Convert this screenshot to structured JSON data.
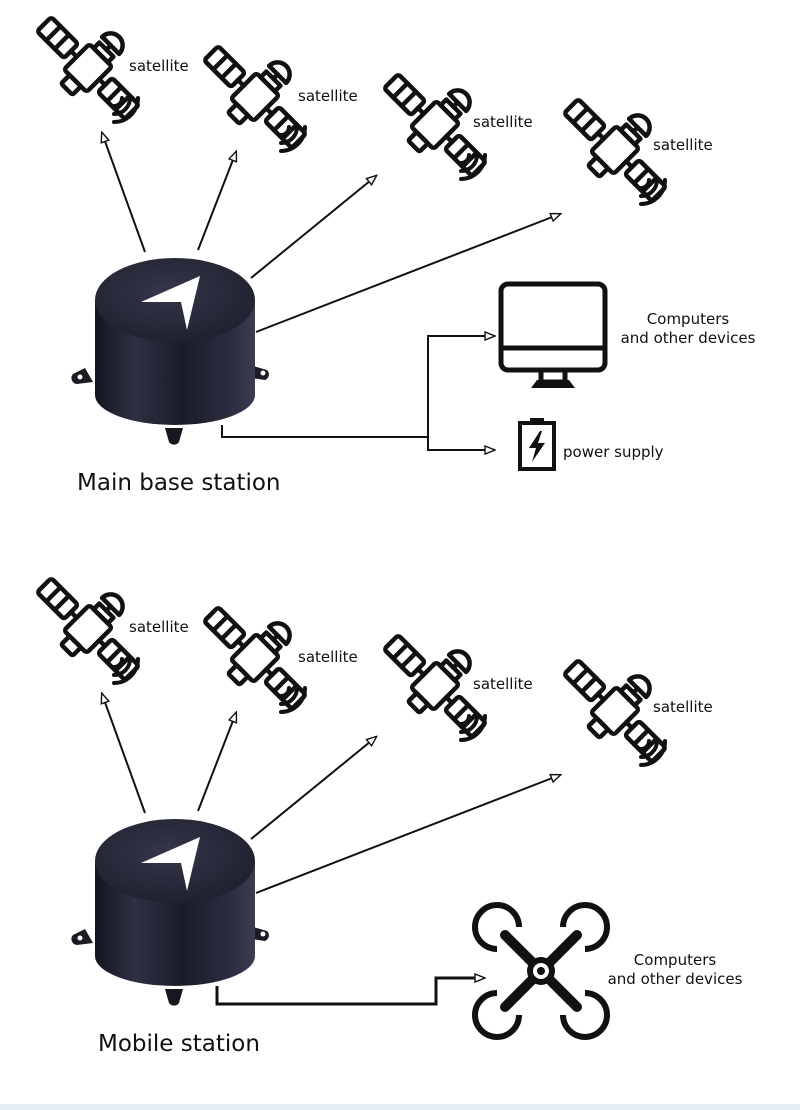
{
  "sections": [
    {
      "id": "main",
      "station_label": "Main base station",
      "satellites": [
        {
          "label": "satellite"
        },
        {
          "label": "satellite"
        },
        {
          "label": "satellite"
        },
        {
          "label": "satellite"
        }
      ],
      "outputs": [
        {
          "icon": "monitor-icon",
          "label_line1": "Computers",
          "label_line2": "and other devices"
        },
        {
          "icon": "battery-charging-icon",
          "label_line1": "power supply",
          "label_line2": ""
        }
      ]
    },
    {
      "id": "mobile",
      "station_label": "Mobile station",
      "satellites": [
        {
          "label": "satellite"
        },
        {
          "label": "satellite"
        },
        {
          "label": "satellite"
        },
        {
          "label": "satellite"
        }
      ],
      "outputs": [
        {
          "icon": "drone-icon",
          "label_line1": "Computers",
          "label_line2": "and other devices"
        }
      ]
    }
  ],
  "colors": {
    "line": "#111111",
    "device_body": "#1f2130",
    "device_top": "#2a2c3d",
    "band": "#e7edf5"
  }
}
